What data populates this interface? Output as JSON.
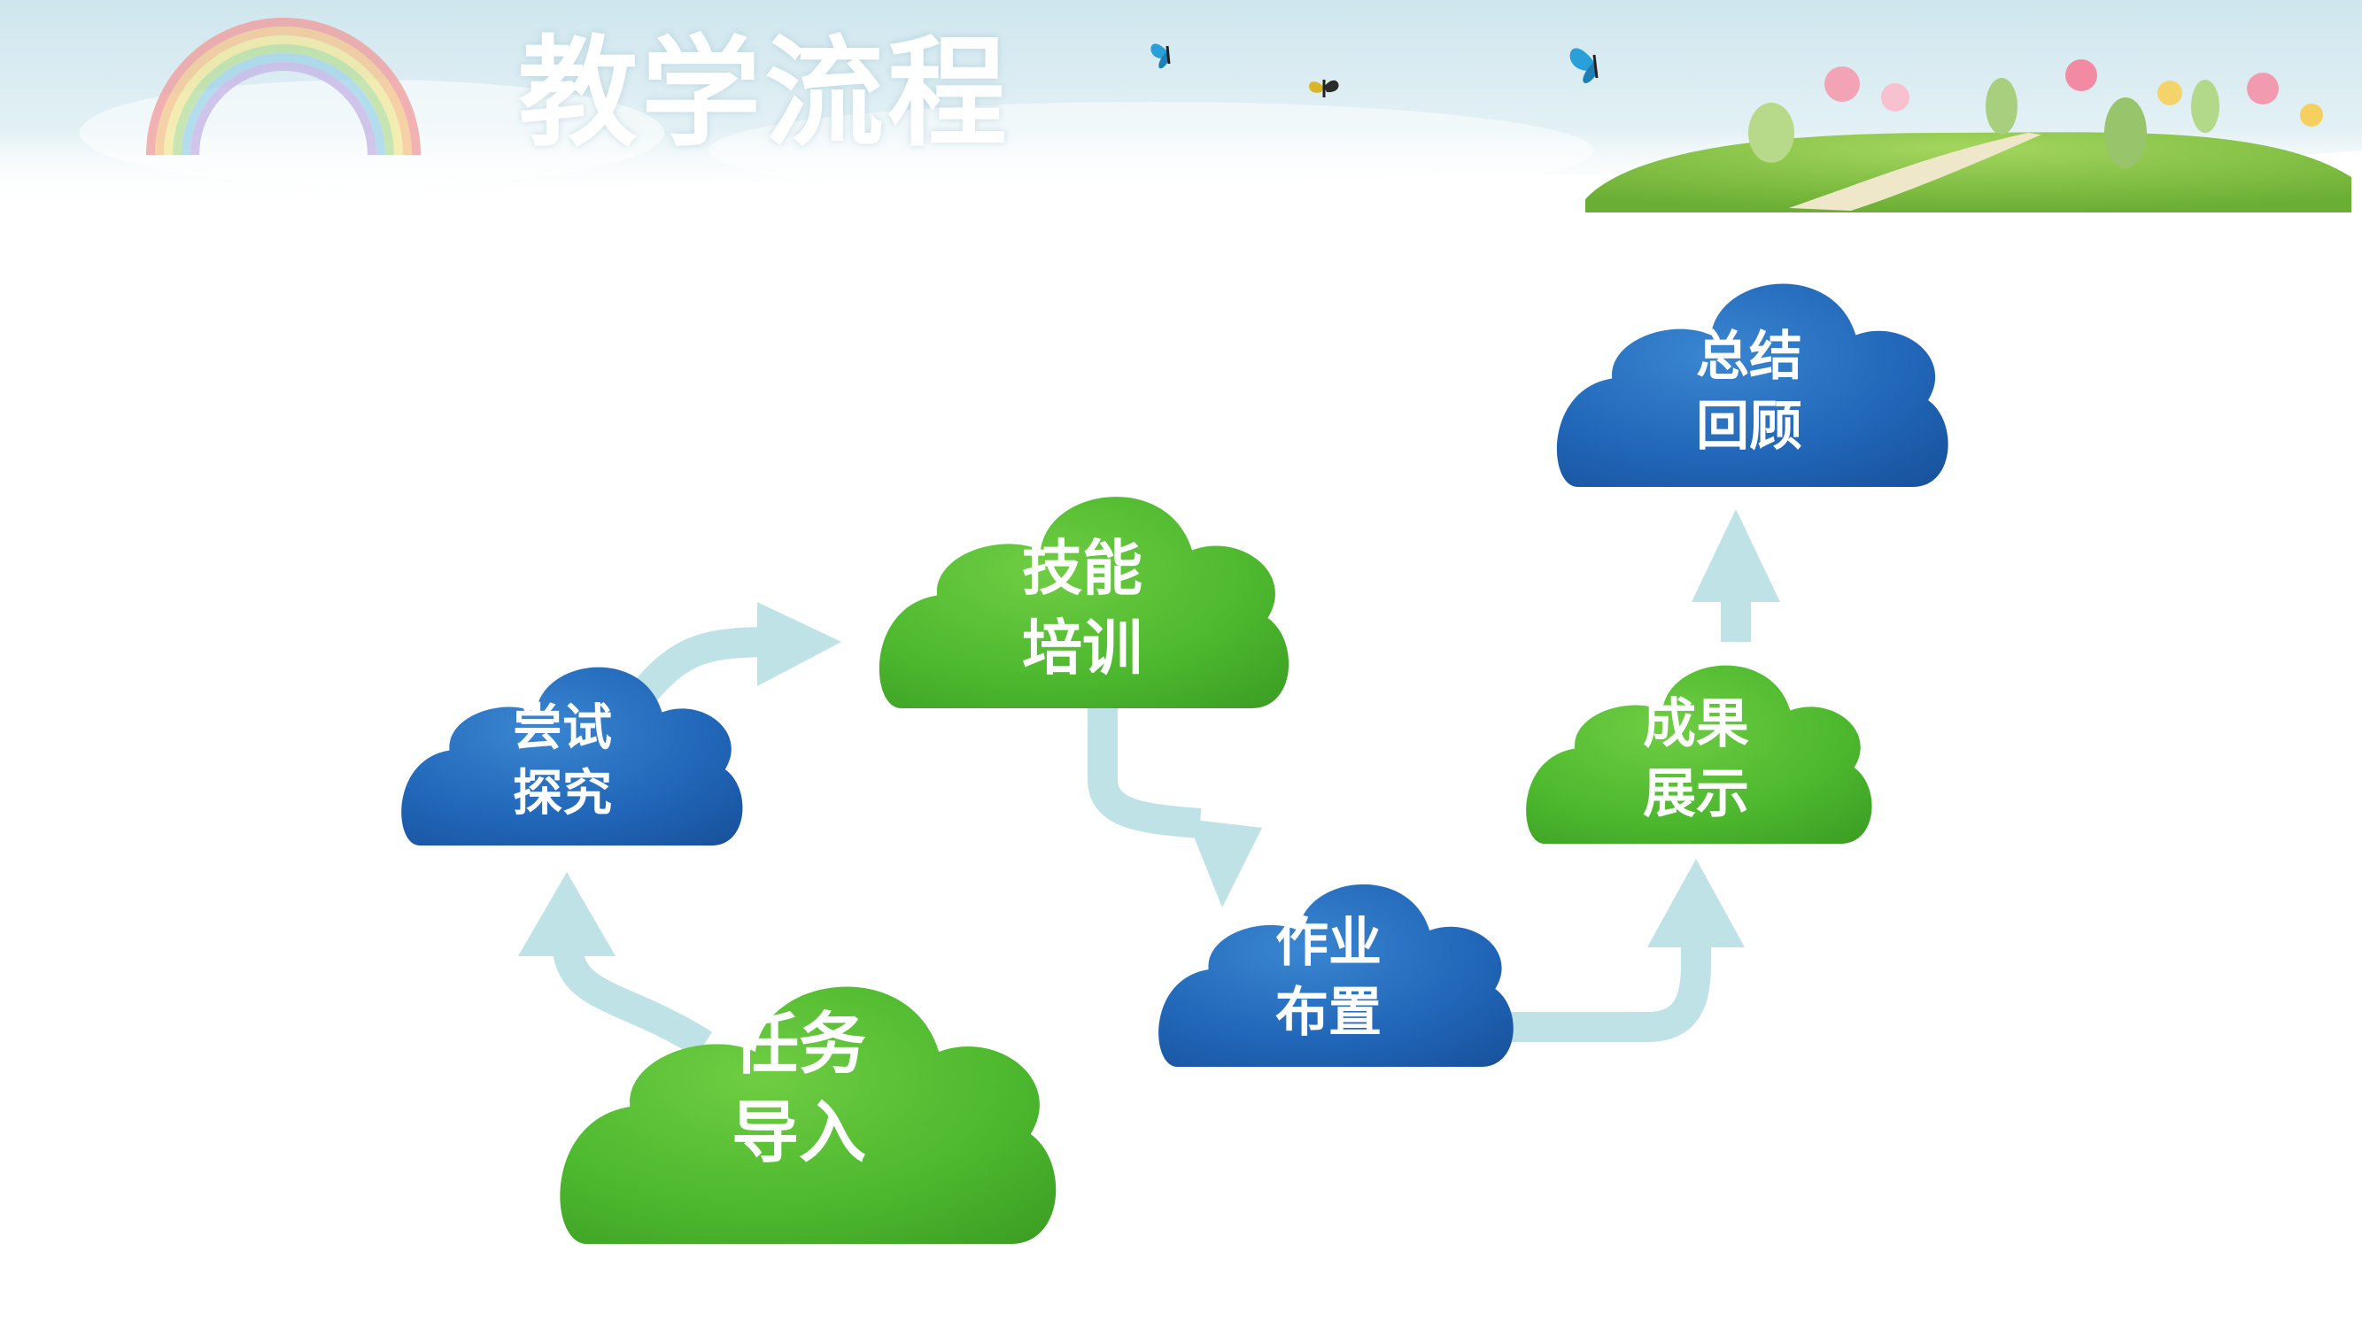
{
  "slide": {
    "title": "教学流程"
  },
  "colors": {
    "green_cloud": "#4DB82E",
    "blue_cloud": "#2166B8",
    "arrow": "#BFE2E6",
    "text": "#FFFFFF"
  },
  "steps": [
    {
      "id": "task-intro",
      "line1": "任务",
      "line2": "导入",
      "color": "green"
    },
    {
      "id": "try-explore",
      "line1": "尝试",
      "line2": "探究",
      "color": "blue"
    },
    {
      "id": "skill-training",
      "line1": "技能",
      "line2": "培训",
      "color": "green"
    },
    {
      "id": "homework",
      "line1": "作业",
      "line2": "布置",
      "color": "blue"
    },
    {
      "id": "showcase",
      "line1": "成果",
      "line2": "展示",
      "color": "green"
    },
    {
      "id": "summary",
      "line1": "总结",
      "line2": "回顾",
      "color": "blue"
    }
  ]
}
